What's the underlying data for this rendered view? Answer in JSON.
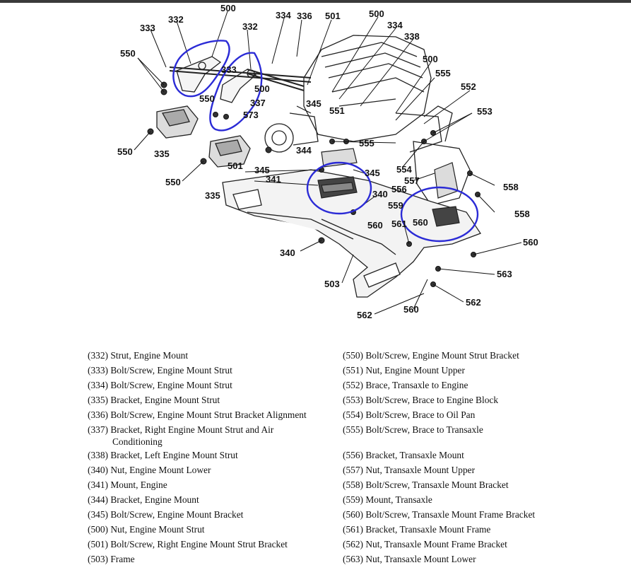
{
  "callouts": [
    "500",
    "332",
    "333",
    "334",
    "336",
    "501",
    "500",
    "334",
    "338",
    "332",
    "550",
    "333",
    "500",
    "555",
    "500",
    "552",
    "550",
    "337",
    "345",
    "551",
    "553",
    "573",
    "550",
    "335",
    "501",
    "344",
    "555",
    "550",
    "345",
    "341",
    "345",
    "554",
    "557",
    "558",
    "340",
    "556",
    "335",
    "559",
    "558",
    "560",
    "561",
    "560",
    "560",
    "340",
    "563",
    "503",
    "562",
    "562",
    "560"
  ],
  "legend_left": [
    {
      "line1": "(332) Strut, Engine Mount"
    },
    {
      "line1": "(333) Bolt/Screw, Engine Mount Strut"
    },
    {
      "line1": "(334) Bolt/Screw, Engine Mount Strut"
    },
    {
      "line1": "(335) Bracket, Engine Mount Strut"
    },
    {
      "line1": "(336) Bolt/Screw, Engine Mount Strut Bracket Alignment"
    },
    {
      "line1": "(337) Bracket, Right Engine Mount Strut and Air",
      "line2": "Conditioning"
    },
    {
      "line1": "(338) Bracket, Left Engine Mount Strut"
    },
    {
      "line1": "(340) Nut, Engine Mount Lower"
    },
    {
      "line1": "(341) Mount, Engine"
    },
    {
      "line1": "(344) Bracket, Engine Mount"
    },
    {
      "line1": "(345) Bolt/Screw, Engine Mount Bracket"
    },
    {
      "line1": "(500) Nut, Engine Mount Strut"
    },
    {
      "line1": "(501) Bolt/Screw, Right Engine Mount Strut Bracket"
    },
    {
      "line1": "(503) Frame"
    }
  ],
  "legend_right": [
    {
      "line1": "(550) Bolt/Screw, Engine Mount Strut Bracket"
    },
    {
      "line1": "(551) Nut, Engine Mount Upper"
    },
    {
      "line1": "(552) Brace, Transaxle to Engine"
    },
    {
      "line1": "(553) Bolt/Screw, Brace to Engine Block"
    },
    {
      "line1": "(554) Bolt/Screw, Brace to Oil Pan"
    },
    {
      "line1": "(555) Bolt/Screw, Brace to Transaxle"
    },
    {
      "line1": "(556) Bracket, Transaxle Mount"
    },
    {
      "line1": "(557) Nut, Transaxle Mount Upper"
    },
    {
      "line1": "(558) Bolt/Screw, Transaxle Mount Bracket"
    },
    {
      "line1": "(559) Mount, Transaxle"
    },
    {
      "line1": "(560) Bolt/Screw, Transaxle Mount Frame Bracket"
    },
    {
      "line1": "(561) Bracket, Transaxle Mount Frame"
    },
    {
      "line1": "(562) Nut, Transaxle Mount Frame Bracket"
    },
    {
      "line1": "(563) Nut, Transaxle Mount Lower"
    }
  ]
}
